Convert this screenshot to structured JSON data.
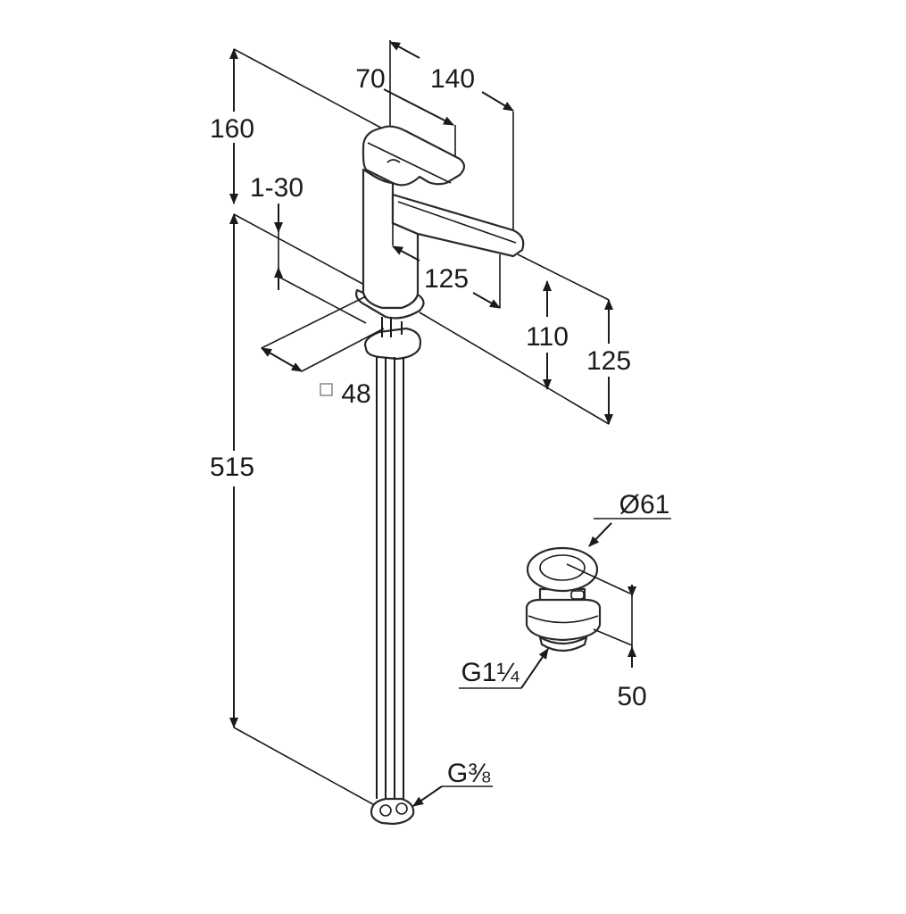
{
  "drawing": {
    "faucet": {
      "height_total_label": "160",
      "lever_length_label": "70",
      "spout_span_label": "140",
      "deck_thickness_label": "1-30",
      "spout_reach_label": "125",
      "spout_height_label": "110",
      "overall_height_label": "125",
      "base_square_label": "48",
      "hose_length_label": "515",
      "connection_thread_label": "G⅜"
    },
    "drain": {
      "diameter_label": "Ø61",
      "height_label": "50",
      "thread_label": "G1¼"
    },
    "colors": {
      "line": "#1a1a1a",
      "background": "#ffffff"
    }
  }
}
